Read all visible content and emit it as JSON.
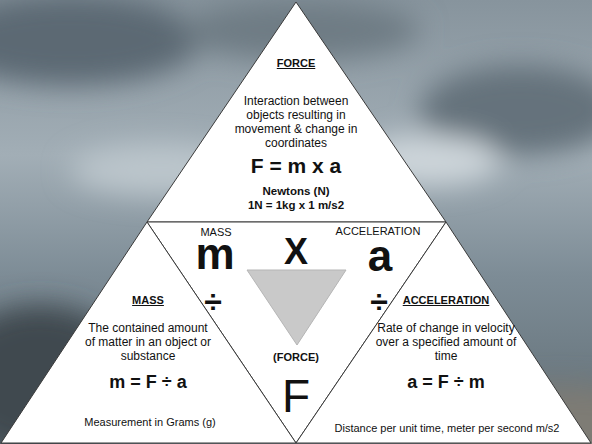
{
  "diagram": {
    "nodes": [
      {
        "text": [
          "FORCE",
          "Interaction between objects resulting in movement & change in coordinates",
          "F = m x a",
          "Newtons (N)",
          "1N = 1kg x 1 m/s2"
        ]
      },
      {
        "text": [
          "MASS",
          "m",
          "X",
          "a",
          "ACCELERATION",
          "÷",
          "÷",
          "(FORCE)",
          "F"
        ]
      },
      {
        "text": [
          "MASS",
          "The contained amount of matter in an object or substance",
          "m = F ÷ a",
          "Measurement in Grams (g)"
        ]
      },
      {
        "text": [
          "ACCELERATION",
          "Rate of change in velocity over a specified amount of time",
          "a = F ÷ m",
          "Distance per unit time, meter per second m/s2"
        ]
      }
    ]
  }
}
